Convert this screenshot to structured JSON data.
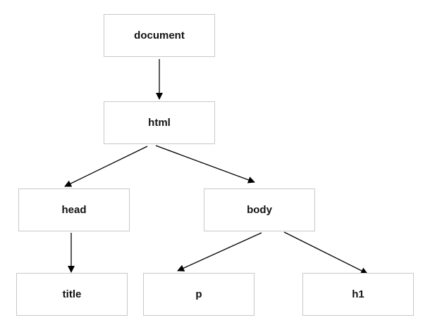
{
  "nodes": {
    "document": "document",
    "html": "html",
    "head": "head",
    "body": "body",
    "title": "title",
    "p": "p",
    "h1": "h1"
  },
  "edges": [
    {
      "from": "document",
      "to": "html"
    },
    {
      "from": "html",
      "to": "head"
    },
    {
      "from": "html",
      "to": "body"
    },
    {
      "from": "head",
      "to": "title"
    },
    {
      "from": "body",
      "to": "p"
    },
    {
      "from": "body",
      "to": "h1"
    }
  ]
}
